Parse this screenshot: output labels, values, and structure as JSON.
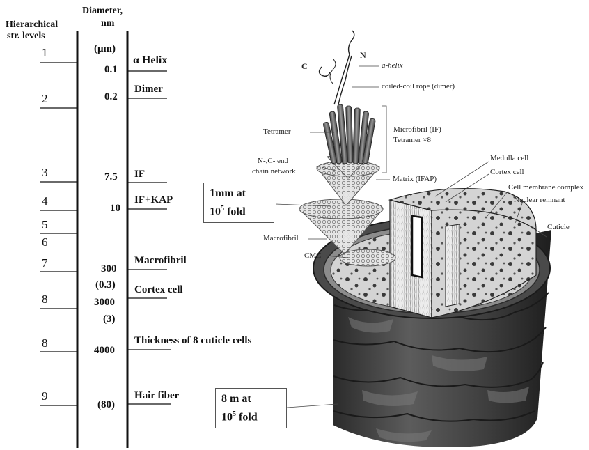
{
  "header": {
    "levels_title_line1": "Hierarchical",
    "levels_title_line2": "str. levels",
    "diameter_title_line1": "Diameter,",
    "diameter_title_line2": "nm",
    "diameter_unit": "(μm)"
  },
  "levels": [
    "1",
    "2",
    "3",
    "4",
    "5",
    "6",
    "7",
    "8",
    "8",
    "9"
  ],
  "diameters": [
    "0.1",
    "0.2",
    "7.5",
    "10",
    "300",
    "(0.3)",
    "3000",
    "(3)",
    "4000",
    "(80)"
  ],
  "structures": [
    "α Helix",
    "Dimer",
    "IF",
    "IF+KAP",
    "Macrofibril",
    "Cortex cell",
    "Thickness of 8 cuticle cells",
    "Hair fiber"
  ],
  "boxes": {
    "box1_line1": "1mm at",
    "box1_line2_base": "10",
    "box1_line2_sup": "5",
    "box1_line2_tail": " fold",
    "box2_line1": "8 m at",
    "box2_line2_base": "10",
    "box2_line2_sup": "5",
    "box2_line2_tail": " fold"
  },
  "illustration_labels": {
    "c_end": "C",
    "n_end": "N",
    "a_helix": "a-helix",
    "coiled_coil": "coiled-coil rope (dimer)",
    "tetramer": "Tetramer",
    "microfibril_line1": "Microfibril (IF)",
    "microfibril_line2": "Tetramer ×8",
    "nc_end_line1": "N-,C- end",
    "nc_end_line2": "chain network",
    "matrix": "Matrix (IFAP)",
    "medulla": "Medulla cell",
    "cortex": "Cortex cell",
    "cmc_complex": "Cell membrane complex",
    "nuclear": "Nuclear remnant",
    "cuticle": "Cuticle",
    "macrofibril": "Macrofibril",
    "cmc": "CMC"
  },
  "colors": {
    "axis": "#111111",
    "hair_dark": "#3a3a3a",
    "hair_mid": "#6a6a6a",
    "cortex_light": "#d8d8d8"
  }
}
